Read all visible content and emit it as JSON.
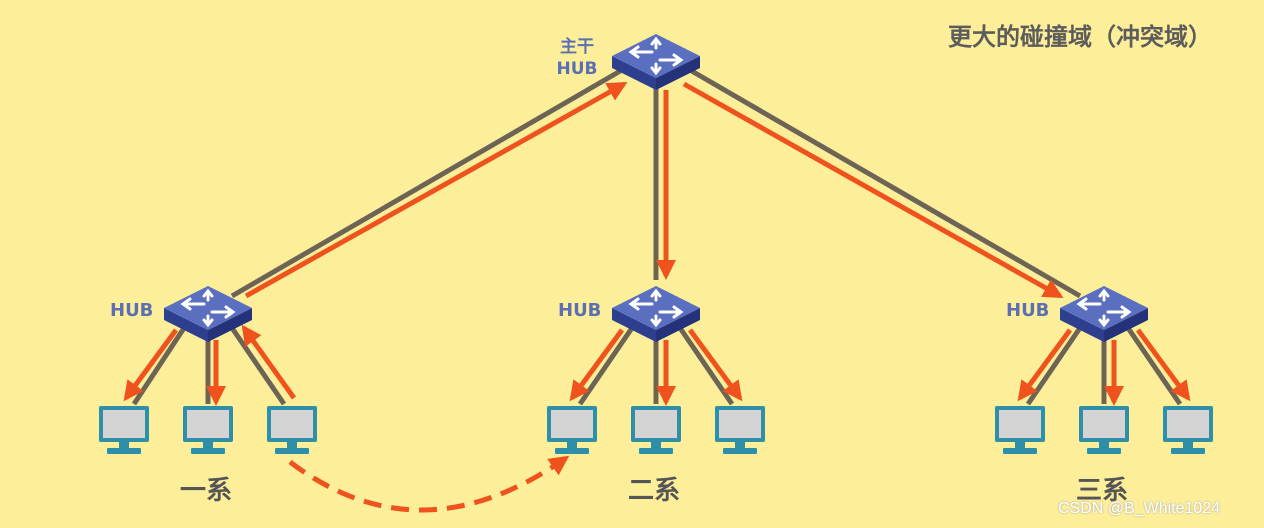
{
  "title": "更大的碰撞域（冲突域）",
  "backbone": {
    "line1": "主干",
    "line2": "HUB"
  },
  "hubs": [
    {
      "label": "HUB"
    },
    {
      "label": "HUB"
    },
    {
      "label": "HUB"
    }
  ],
  "groups": [
    {
      "name": "一系"
    },
    {
      "name": "二系"
    },
    {
      "name": "三系"
    }
  ],
  "watermark": "CSDN @B_White1024",
  "colors": {
    "background": "#fdef9a",
    "cable": "#6e6455",
    "signal": "#f0521e",
    "hub_top": "#5a6fc0",
    "hub_side": "#2f3f8f",
    "monitor_frame": "#2f8fa8",
    "monitor_screen": "#d4d4d4"
  }
}
